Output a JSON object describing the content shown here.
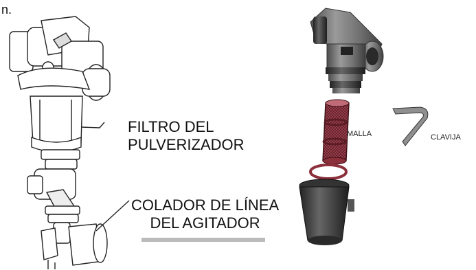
{
  "page_fragment": "n.",
  "left_assembly": {
    "filter_label_line1": "FILTRO DEL",
    "filter_label_line2": "PULVERIZADOR",
    "strainer_label_line1": "COLADOR DE LÍNEA",
    "strainer_label_line2": "DEL AGITADOR"
  },
  "right_assembly": {
    "mesh_label": "MALLA",
    "pin_label": "CLAVIJA"
  },
  "colors": {
    "line": "#222222",
    "gray_part": "#7d7d7d",
    "mesh_red": "#8b2f3a"
  }
}
